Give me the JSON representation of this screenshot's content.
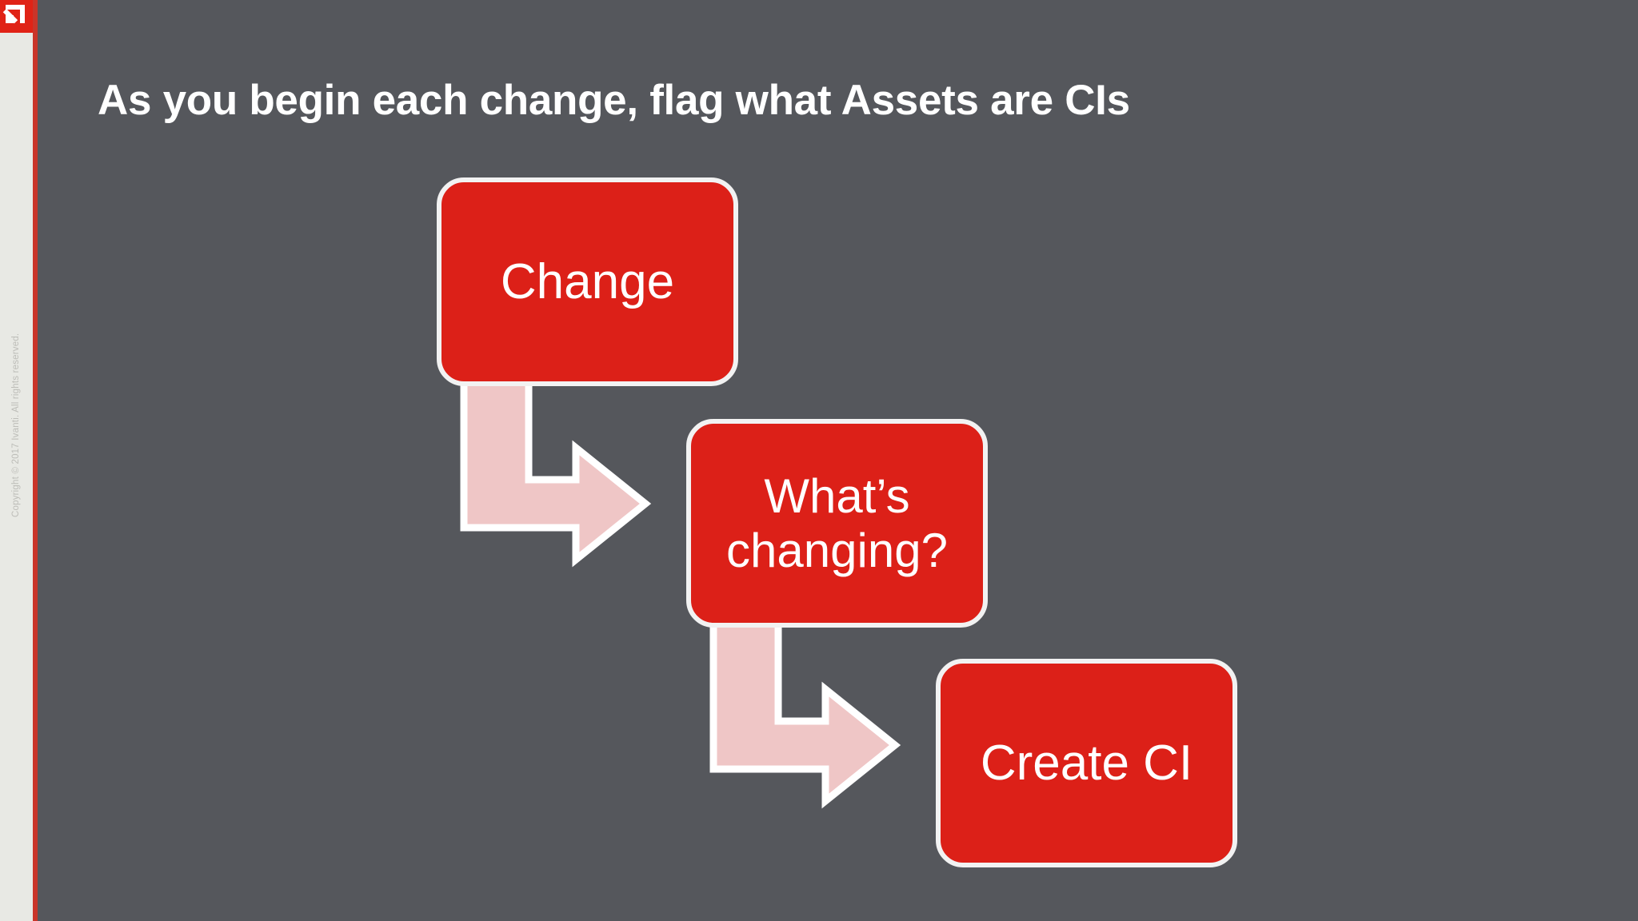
{
  "slide": {
    "background_color": "#55575C",
    "title": "As you begin each change, flag what Assets are CIs"
  },
  "sidebar": {
    "background_color": "#E8E9E4",
    "stripe_color": "#C9352A",
    "logo": {
      "name": "ivanti-logo",
      "background_color": "#E02316",
      "mark_color": "#FFFFFF"
    },
    "copyright": "Copyright © 2017 Ivanti. All rights reserved."
  },
  "diagram": {
    "type": "flowchart",
    "box_fill": "#DC2018",
    "box_border": "#F2F2F2",
    "arrow_fill": "#EFC6C6",
    "arrow_border": "#FFFFFF",
    "boxes": [
      {
        "id": "change",
        "label": "Change"
      },
      {
        "id": "whats-changing",
        "label": "What’s\nchanging?"
      },
      {
        "id": "create-ci",
        "label": "Create CI"
      }
    ],
    "boxes_flat": {
      "change": "Change",
      "whats_changing_line1": "What’s",
      "whats_changing_line2": "changing?",
      "create_ci": "Create CI"
    },
    "connectors": [
      {
        "id": "arrow-change-to-whats-changing",
        "from": "change",
        "to": "whats-changing",
        "style": "elbow-down-right"
      },
      {
        "id": "arrow-whats-changing-to-create-ci",
        "from": "whats-changing",
        "to": "create-ci",
        "style": "elbow-down-right"
      }
    ]
  }
}
